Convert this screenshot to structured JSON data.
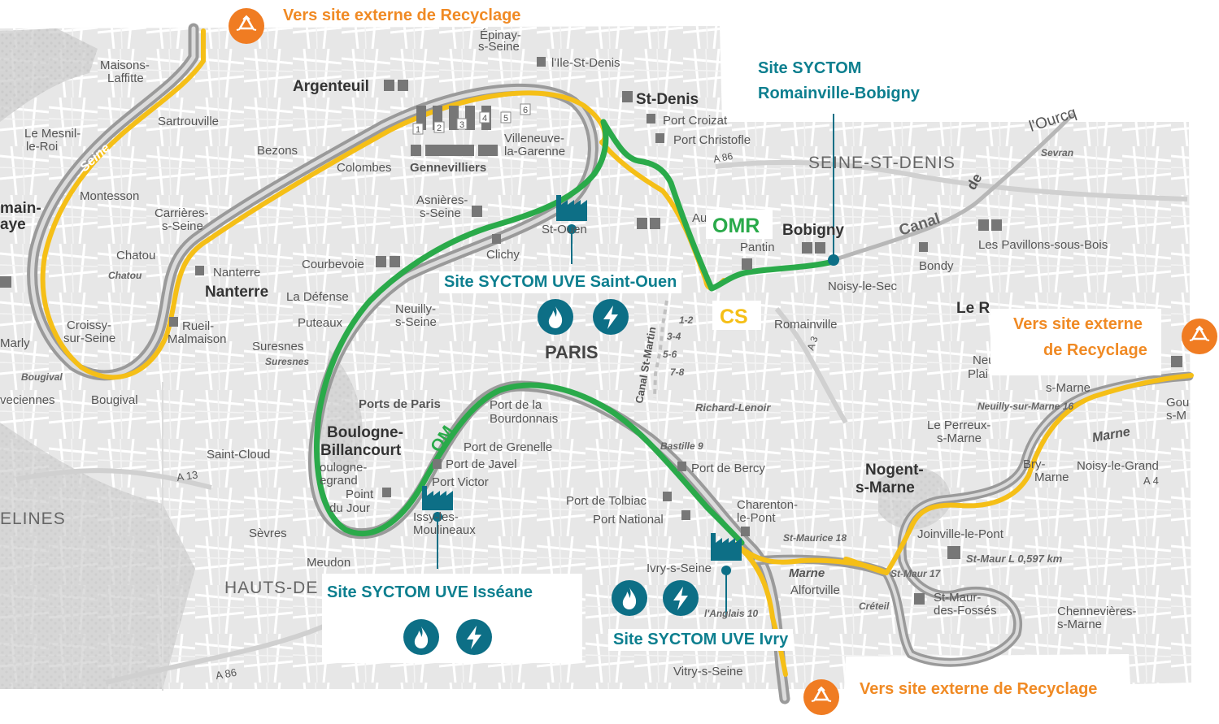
{
  "annotations": {
    "recycle_top": "Vers site externe de Recyclage",
    "recycle_right_1": "Vers site externe",
    "recycle_right_2": "de Recyclage",
    "recycle_bottom": "Vers site externe de Recyclage",
    "site_romainville_1": "Site SYCTOM",
    "site_romainville_2": "Romainville-Bobigny",
    "site_saint_ouen": "Site SYCTOM UVE Saint-Ouen",
    "site_isseane": "Site SYCTOM UVE Isséane",
    "site_ivry": "Site SYCTOM UVE Ivry",
    "omr": "OMR",
    "cs": "CS",
    "om": "OM"
  },
  "places": {
    "maisons1": "Maisons-",
    "maisons2": "Laffitte",
    "argenteuil": "Argenteuil",
    "epinay1": "Épinay-",
    "epinay2": "s-Seine",
    "ile_st_denis": "l'Ile-St-Denis",
    "st_denis": "St-Denis",
    "port_croizat": "Port Croizat",
    "port_christofle": "Port Christofle",
    "sartrouville": "Sartrouville",
    "mesnil1": "Le Mesnil-",
    "mesnil2": "le-Roi",
    "bezons": "Bezons",
    "villeneuve1": "Villeneuve-",
    "villeneuve2": "la-Garenne",
    "colombes": "Colombes",
    "gennevilliers": "Gennevilliers",
    "seine_st_denis": "SEINE-ST-DENIS",
    "ourcq": "l'Ourcq",
    "sevran": "Sevran",
    "main": "main-",
    "aye": "aye",
    "montesson": "Montesson",
    "carrieres1": "Carrières-",
    "carrieres2": "s-Seine",
    "asnieres1": "Asnières-",
    "asnieres2": "s-Seine",
    "st_ouen": "St-Ouen",
    "aub": "Au",
    "bobigny": "Bobigny",
    "canal": "Canal",
    "de": "de",
    "pavillons": "Les Pavillons-sous-Bois",
    "pantin": "Pantin",
    "bondy": "Bondy",
    "chatou": "Chatou",
    "chatou_port": "Chatou",
    "nanterre_port": "Nanterre",
    "nanterre": "Nanterre",
    "courbevoie": "Courbevoie",
    "clichy": "Clichy",
    "noisy_le_sec": "Noisy-le-Sec",
    "la_defense": "La Défense",
    "neuilly1": "Neuilly-",
    "neuilly2": "s-Seine",
    "le_r": "Le R",
    "croissy1": "Croissy-",
    "croissy2": "sur-Seine",
    "rueil1": "Rueil-",
    "rueil2": "Malmaison",
    "puteaux": "Puteaux",
    "marly": "Marly",
    "suresnes": "Suresnes",
    "suresnes_port": "Suresnes",
    "paris": "PARIS",
    "canal_st_martin": "Canal St-Martin",
    "romainville": "Romainville",
    "bougival_port": "Bougival",
    "bougival": "Bougival",
    "veciennes": "veciennes",
    "ports_de_paris": "Ports de Paris",
    "port_bourdonnais1": "Port de la",
    "port_bourdonnais2": "Bourdonnais",
    "richard_lenoir": "Richard-Lenoir",
    "neuilly_marne": "Neuilly-sur-Marne 16",
    "s_marne": "s-Marne",
    "boulogne1": "Boulogne-",
    "boulogne2": "Billancourt",
    "saint_cloud": "Saint-Cloud",
    "port_grenelle": "Port de Grenelle",
    "port_javel": "Port de Javel",
    "port_victor": "Port Victor",
    "bastille": "Bastille 9",
    "port_bercy": "Port de Bercy",
    "perreux1": "Le Perreux-",
    "perreux2": "s-Marne",
    "marne_river": "Marne",
    "a13": "A 13",
    "boulogne_port1": "oulogne-",
    "boulogne_port2": "egrand",
    "point_du_jour1": "Point",
    "point_du_jour2": "du Jour",
    "nogent1": "Nogent-",
    "nogent2": "s-Marne",
    "bry1": "Bry-",
    "bry2": "Marne",
    "noisy_grand": "Noisy-le-Grand",
    "a4": "A 4",
    "elines": "ELINES",
    "port_tolbiac": "Port de Tolbiac",
    "port_national": "Port National",
    "charenton1": "Charenton-",
    "charenton2": "le-Pont",
    "sevres": "Sèvres",
    "issy1": "Issy-les-",
    "issy2": "Moulineaux",
    "st_maurice": "St-Maurice 18",
    "joinville": "Joinville-le-Pont",
    "meudon": "Meudon",
    "ivry": "Ivry-s-Seine",
    "marne2": "Marne",
    "alfortville": "Alfortville",
    "st_maur_l": "St-Maur  L 0,597 km",
    "st_maur17": "St-Maur 17",
    "hauts_de": "HAUTS-DE",
    "creteil": "Créteil",
    "st_maur_fosses1": "St-Maur-",
    "st_maur_fosses2": "des-Fossés",
    "chennevieres1": "Chennevières-",
    "chennevieres2": "s-Marne",
    "l_anglais": "l'Anglais 10",
    "a86_1": "A 86",
    "a86_2": "A 86",
    "a3": "A 3",
    "vitry": "Vitry-s-Seine",
    "seine_river": "Seine",
    "gou": "Gou",
    "s_m": "s-M",
    "neu1": "Neu",
    "neu2": "Plai",
    "lock_1_2": "1-2",
    "lock_3_4": "3-4",
    "lock_5_6": "5-6",
    "lock_7_8": "7-8",
    "dock_1": "1",
    "dock_2": "2",
    "dock_3": "3",
    "dock_4": "4",
    "dock_5": "5",
    "dock_6": "6"
  },
  "colors": {
    "green_route": "#2aaa4a",
    "yellow_route": "#f5bf17",
    "orange": "#f08a24",
    "teal": "#0d6f86",
    "river": "#9a9a9a"
  },
  "icons": [
    "recycle-icon",
    "flame-icon",
    "lightning-icon",
    "factory-icon"
  ]
}
